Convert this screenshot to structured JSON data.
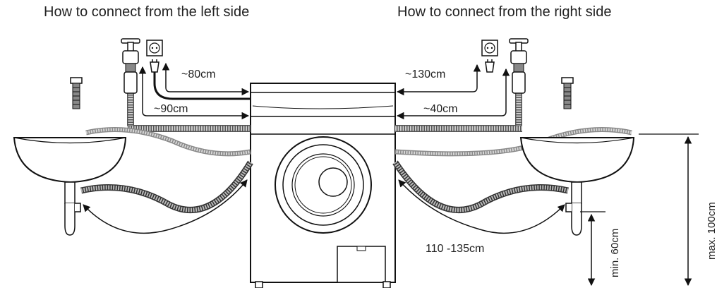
{
  "titles": {
    "left": "How to connect from the left side",
    "right": "How to connect from the right side"
  },
  "labels": {
    "left_power": "~80cm",
    "left_water": "~90cm",
    "right_power": "~130cm",
    "right_water": "~40cm",
    "drain_length": "110 -135cm",
    "min_height": "min. 60cm",
    "max_height": "max. 100cm"
  },
  "colors": {
    "line": "#111111",
    "hose_fill": "#cfcfcf",
    "hose_gray": "#8a8a8a"
  }
}
